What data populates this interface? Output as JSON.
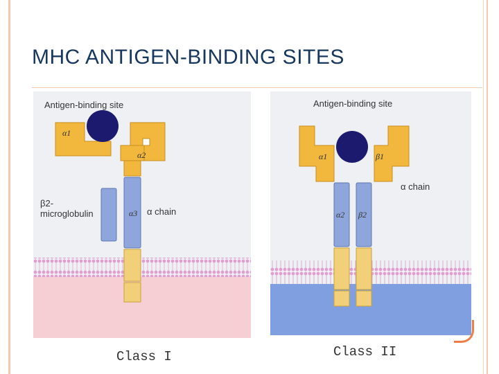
{
  "slide": {
    "title": "MHC ANTIGEN-BINDING SITES"
  },
  "class1": {
    "site_label": "Antigen-binding site",
    "alpha1": "α1",
    "alpha2": "α2",
    "alpha3": "α3",
    "chain_label": "α chain",
    "b2m_line1": "β2-",
    "b2m_line2": "microglobulin",
    "caption": "Class I"
  },
  "class2": {
    "site_label": "Antigen-binding site",
    "alpha1": "α1",
    "beta1": "β1",
    "alpha2": "α2",
    "beta2": "β2",
    "chain_label": "α chain",
    "caption": "Class II"
  },
  "colors": {
    "domain_gold": "#f2b83e",
    "domain_blue": "#8fa6dc",
    "peptide": "#1c1a6e",
    "membrane_head": "#e09fd0",
    "cytoplasm_class1": "#f6cfd4",
    "cytoplasm_class2": "#7f9fe0"
  }
}
